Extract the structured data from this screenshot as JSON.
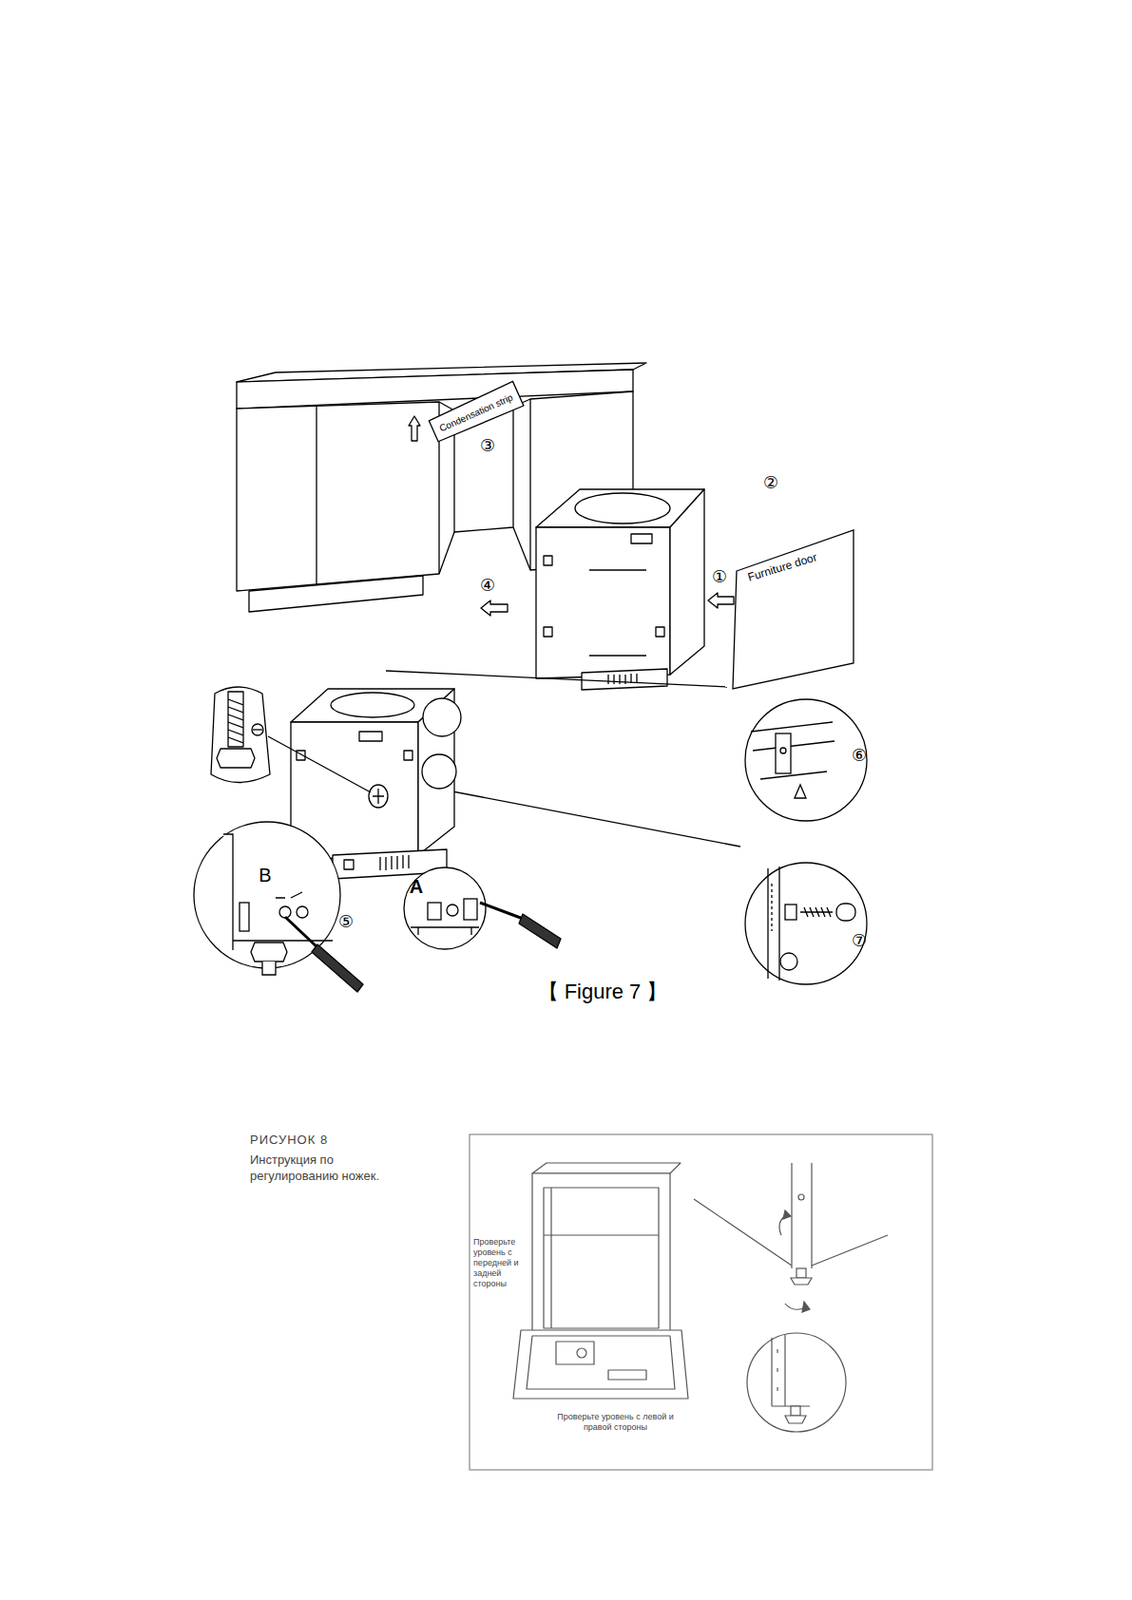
{
  "diagram": {
    "caption": "【 Figure 7 】",
    "nodes": [
      {
        "text": [
          "Condensation strip"
        ]
      },
      {
        "text": [
          "Furniture door"
        ]
      }
    ],
    "labels": [
      "③",
      "②",
      "①",
      "④",
      "B",
      "A",
      "⑤",
      "⑥",
      "⑦",
      "РИСУНОК 8",
      "Инструкция по регулированию ножек.",
      "Проверьте уровень с передней и задней стороны",
      "Проверьте уровень с левой и правой стороны"
    ]
  }
}
